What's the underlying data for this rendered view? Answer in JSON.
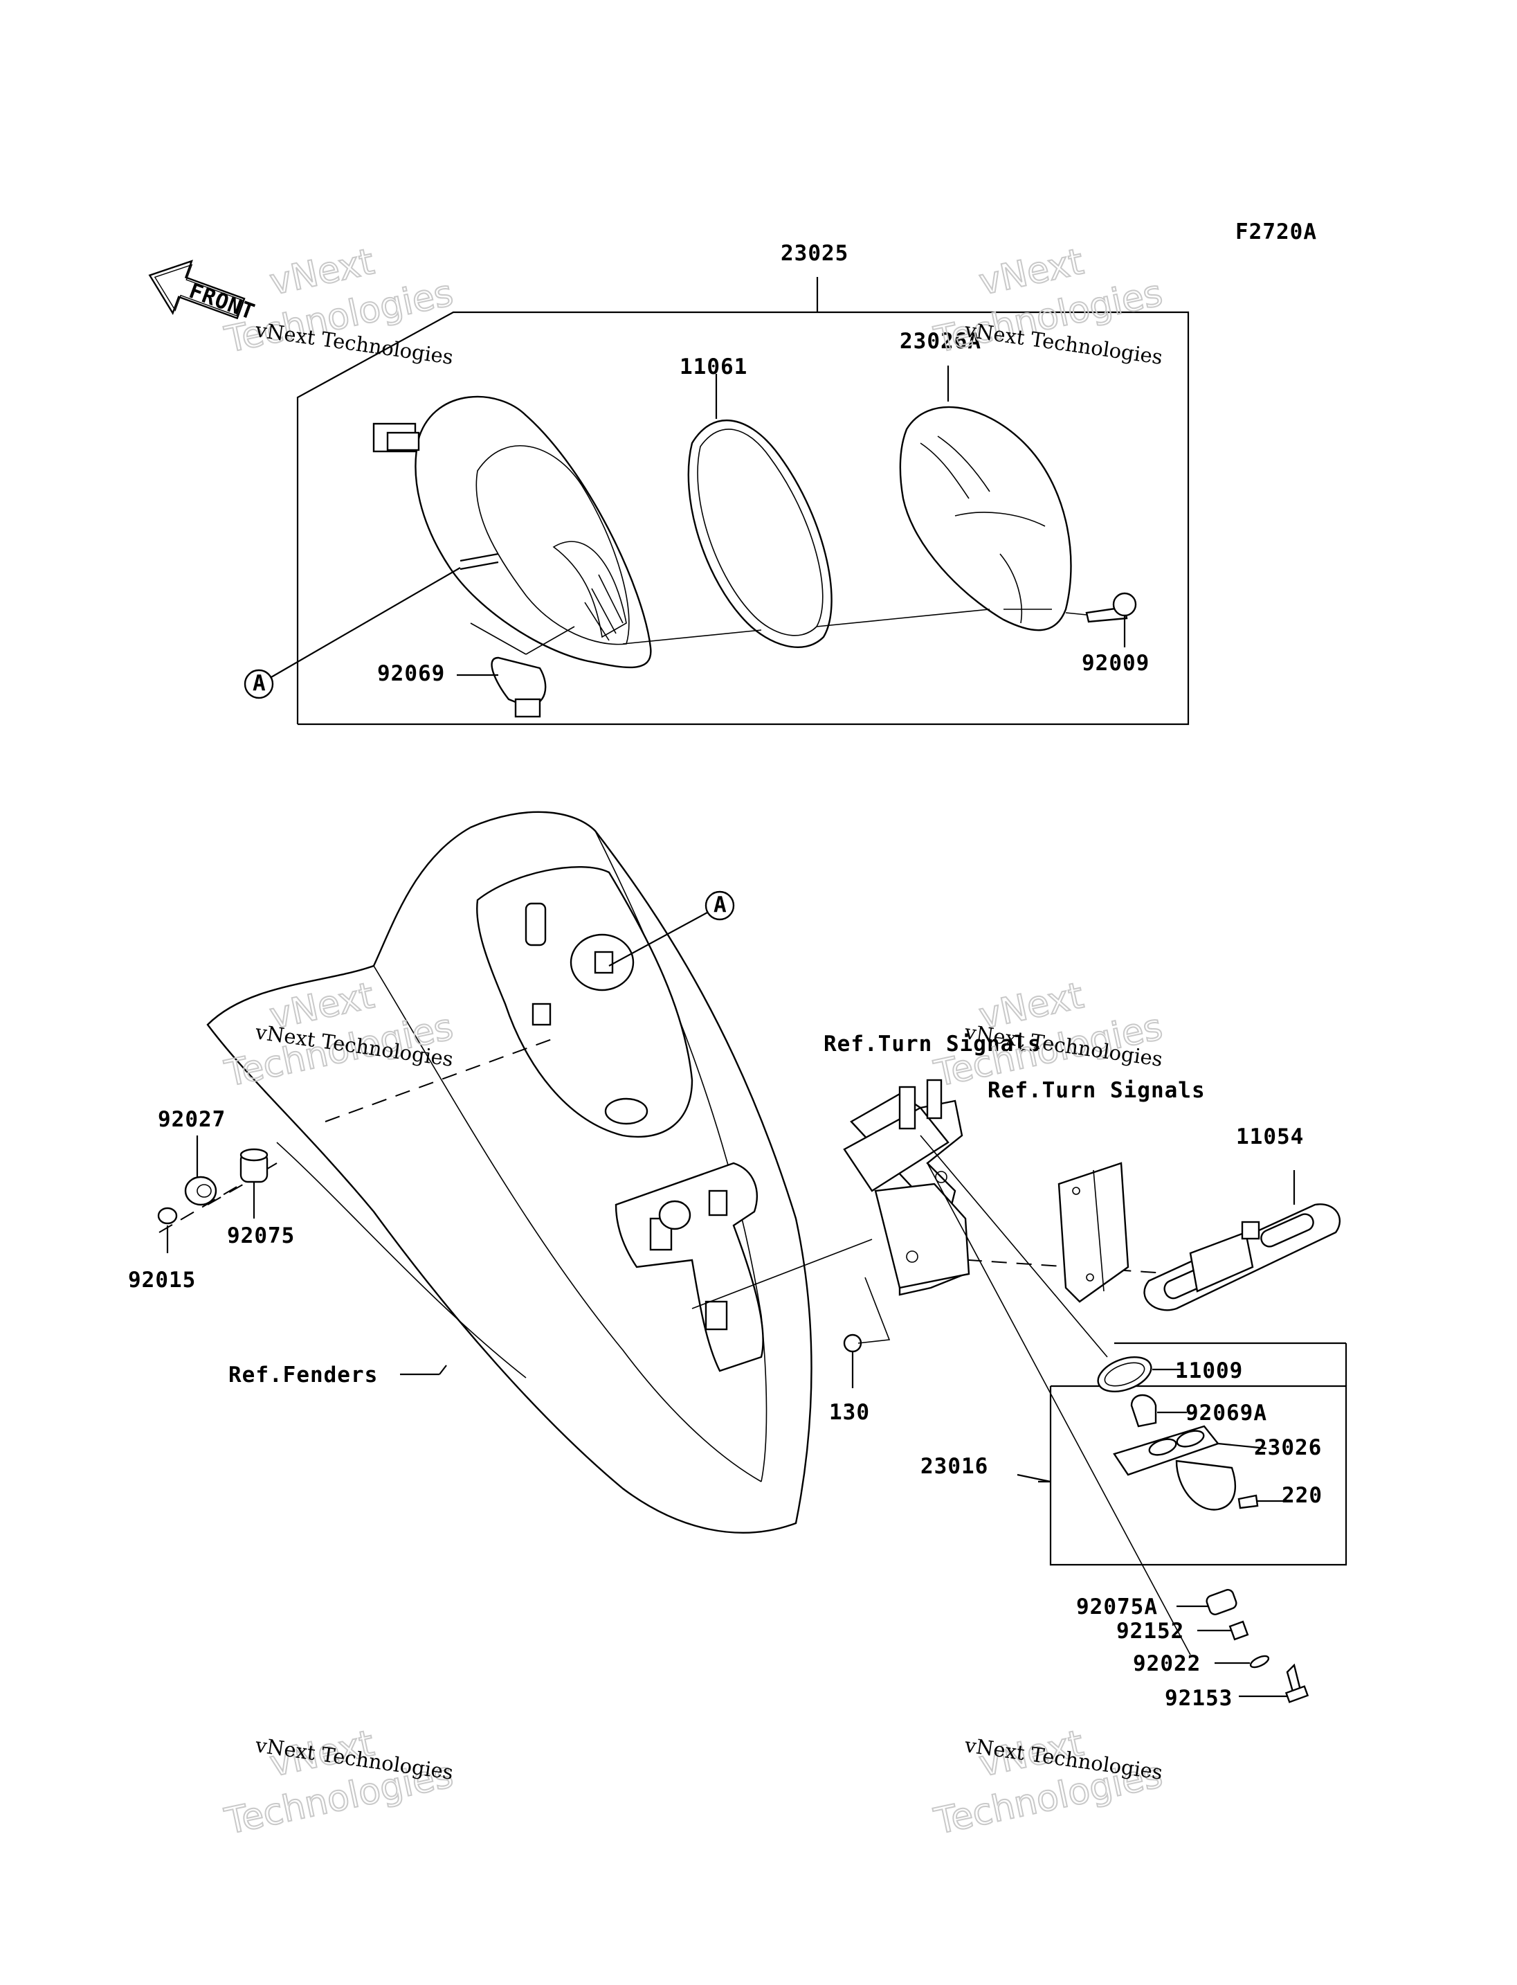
{
  "diagram": {
    "figure_code": "F2720A",
    "front_badge": "FRONT",
    "callouts": {
      "p23025": "23025",
      "p11061": "11061",
      "p23026A": "23026A",
      "p92069": "92069",
      "p92009": "92009",
      "refA_top": "A",
      "refA_bottom": "A",
      "ref_turn_1": "Ref.Turn Signals",
      "ref_turn_2": "Ref.Turn Signals",
      "p11054": "11054",
      "p92027": "92027",
      "p92075": "92075",
      "p92015": "92015",
      "ref_fenders": "Ref.Fenders",
      "p130": "130",
      "p11009": "11009",
      "p92069A": "92069A",
      "p23026": "23026",
      "p23016": "23016",
      "p220": "220",
      "p92075A": "92075A",
      "p92152": "92152",
      "p92022": "92022",
      "p92153": "92153"
    },
    "watermarks": {
      "line1": "vNext",
      "line2": "vNext Technologies",
      "line3": "Technologies"
    }
  }
}
